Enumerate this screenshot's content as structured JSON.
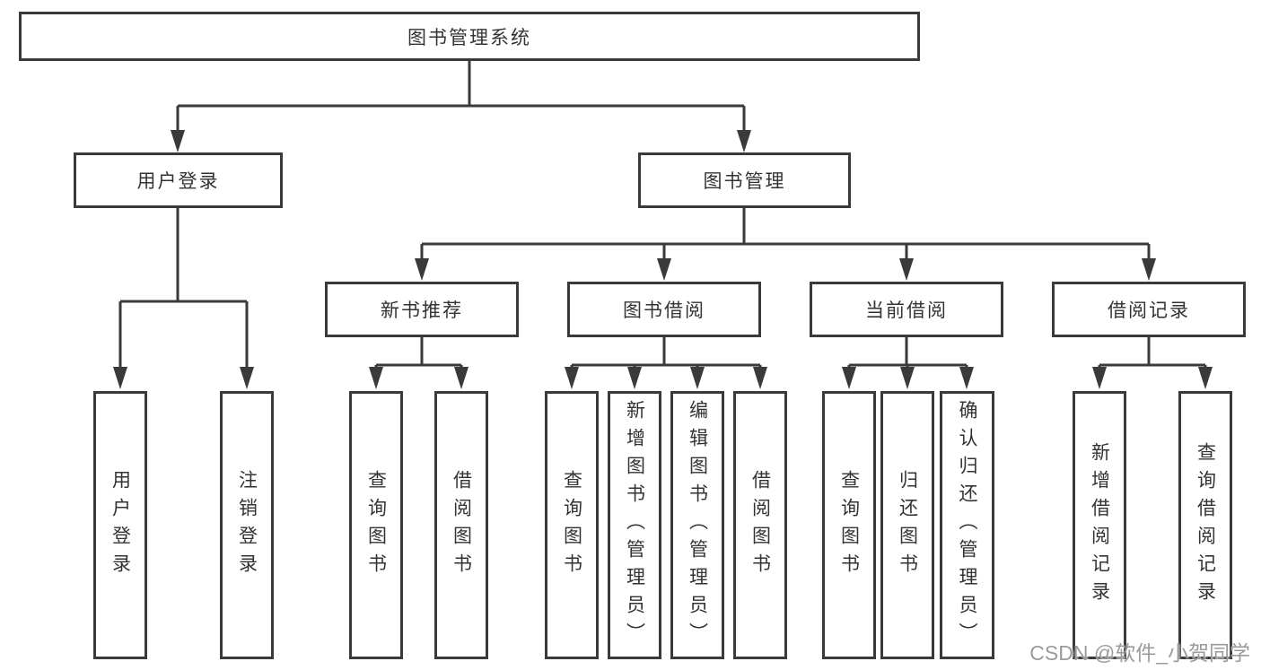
{
  "tree": {
    "root": {
      "label": "图书管理系统"
    },
    "level2": [
      {
        "label": "用户登录",
        "parent": "图书管理系统"
      },
      {
        "label": "图书管理",
        "parent": "图书管理系统"
      }
    ],
    "level3": [
      {
        "label": "新书推荐",
        "parent": "图书管理"
      },
      {
        "label": "图书借阅",
        "parent": "图书管理"
      },
      {
        "label": "当前借阅",
        "parent": "图书管理"
      },
      {
        "label": "借阅记录",
        "parent": "图书管理"
      }
    ],
    "leaves": [
      {
        "label": "用户登录",
        "parent": "用户登录"
      },
      {
        "label": "注销登录",
        "parent": "用户登录"
      },
      {
        "label": "查询图书",
        "parent": "新书推荐"
      },
      {
        "label": "借阅图书",
        "parent": "新书推荐"
      },
      {
        "label": "查询图书",
        "parent": "图书借阅"
      },
      {
        "label": "新增图书（管理员）",
        "parent": "图书借阅"
      },
      {
        "label": "编辑图书（管理员）",
        "parent": "图书借阅"
      },
      {
        "label": "借阅图书",
        "parent": "图书借阅"
      },
      {
        "label": "查询图书",
        "parent": "当前借阅"
      },
      {
        "label": "归还图书",
        "parent": "当前借阅"
      },
      {
        "label": "确认归还（管理员）",
        "parent": "当前借阅"
      },
      {
        "label": "新增借阅记录",
        "parent": "借阅记录"
      },
      {
        "label": "查询借阅记录",
        "parent": "借阅记录"
      }
    ]
  },
  "watermark": {
    "text": "CSDN @软件_小贺同学"
  },
  "colors": {
    "line": "#3a3a3a",
    "text": "#333333",
    "box_background": "#ffffff",
    "watermark": "#9b9b9b",
    "background": "#ffffff"
  }
}
